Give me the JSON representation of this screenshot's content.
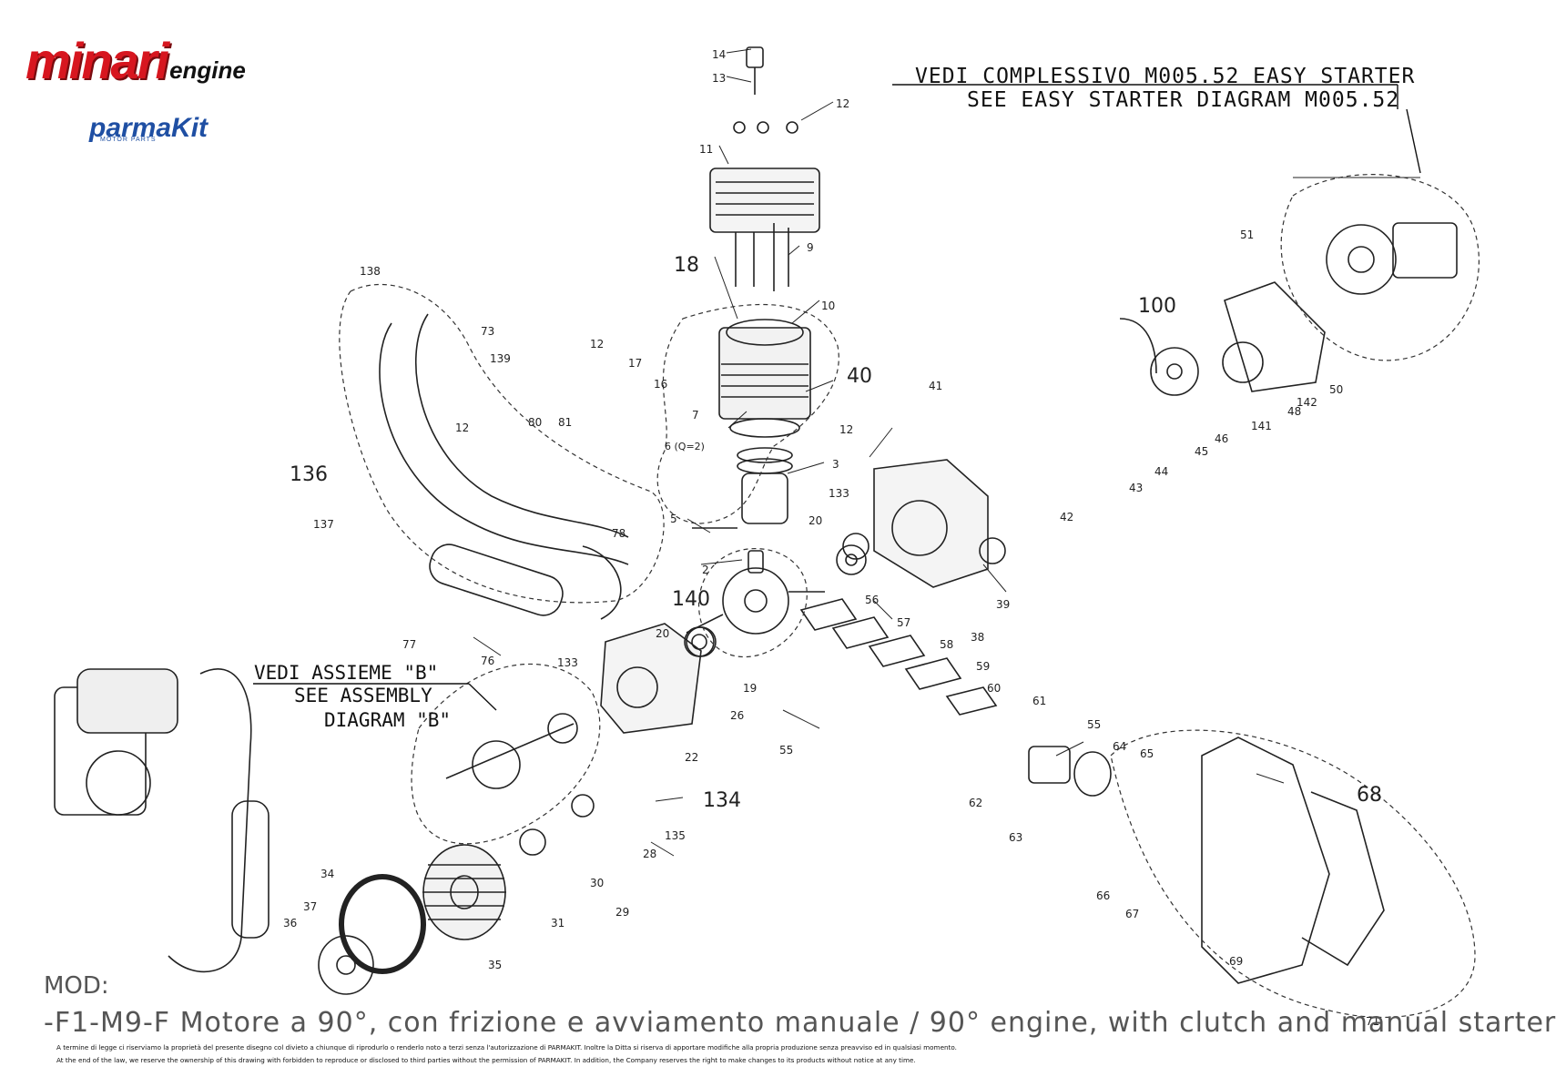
{
  "logo": {
    "brand": "minari",
    "suffix": "engine",
    "partner": "parmaKit",
    "partner_sub": "MOTOR PARTS"
  },
  "references": {
    "easy_starter_it": "VEDI COMPLESSIVO M005.52 EASY STARTER",
    "easy_starter_en": "SEE EASY STARTER DIAGRAM M005.52",
    "assembly_b_it": "VEDI ASSIEME \"B\"",
    "assembly_b_en1": "SEE ASSEMBLY",
    "assembly_b_en2": "DIAGRAM \"B\""
  },
  "footer": {
    "mod": "MOD:",
    "title": "-F1-M9-F Motore a 90°, con frizione e avviamento manuale / 90° engine, with clutch and manual starter",
    "legal_it": "A termine di legge ci riserviamo la proprietà del presente disegno col divieto a chiunque di riprodurlo o renderlo noto a terzi senza l'autorizzazione di PARMAKIT. Inoltre la Ditta si riserva di apportare modifiche alla propria produzione senza preavviso ed in qualsiasi momento.",
    "legal_en": "At the end of the law, we reserve the ownership of this drawing with forbidden to reproduce or disclosed to third parties without the permission of PARMAKIT. In addition, the Company reserves the right to make changes to its products without notice at any time."
  },
  "part_labels": [
    {
      "id": "p14",
      "text": "14"
    },
    {
      "id": "p13",
      "text": "13"
    },
    {
      "id": "p12a",
      "text": "12"
    },
    {
      "id": "p11",
      "text": "11"
    },
    {
      "id": "p9",
      "text": "9"
    },
    {
      "id": "p18",
      "text": "18"
    },
    {
      "id": "p10",
      "text": "10"
    },
    {
      "id": "p12b",
      "text": "12"
    },
    {
      "id": "p17",
      "text": "17"
    },
    {
      "id": "p16",
      "text": "16"
    },
    {
      "id": "p40",
      "text": "40"
    },
    {
      "id": "p7",
      "text": "7"
    },
    {
      "id": "p6",
      "text": "6 (Q=2)"
    },
    {
      "id": "p3",
      "text": "3"
    },
    {
      "id": "p5",
      "text": "5"
    },
    {
      "id": "p2",
      "text": "2"
    },
    {
      "id": "p140",
      "text": "140"
    },
    {
      "id": "p20a",
      "text": "20"
    },
    {
      "id": "p19",
      "text": "19"
    },
    {
      "id": "p133a",
      "text": "133"
    },
    {
      "id": "p26",
      "text": "26"
    },
    {
      "id": "p22",
      "text": "22"
    },
    {
      "id": "p134",
      "text": "134"
    },
    {
      "id": "p135",
      "text": "135"
    },
    {
      "id": "p28",
      "text": "28"
    },
    {
      "id": "p30",
      "text": "30"
    },
    {
      "id": "p29",
      "text": "29"
    },
    {
      "id": "p31",
      "text": "31"
    },
    {
      "id": "p35",
      "text": "35"
    },
    {
      "id": "p34",
      "text": "34"
    },
    {
      "id": "p37",
      "text": "37"
    },
    {
      "id": "p36",
      "text": "36"
    },
    {
      "id": "p138",
      "text": "138"
    },
    {
      "id": "p73",
      "text": "73"
    },
    {
      "id": "p139",
      "text": "139"
    },
    {
      "id": "p136",
      "text": "136"
    },
    {
      "id": "p137",
      "text": "137"
    },
    {
      "id": "p12c",
      "text": "12"
    },
    {
      "id": "p80",
      "text": "80"
    },
    {
      "id": "p81",
      "text": "81"
    },
    {
      "id": "p78",
      "text": "78"
    },
    {
      "id": "p77",
      "text": "77"
    },
    {
      "id": "p76",
      "text": "76"
    },
    {
      "id": "p41",
      "text": "41"
    },
    {
      "id": "p12d",
      "text": "12"
    },
    {
      "id": "p133b",
      "text": "133"
    },
    {
      "id": "p20b",
      "text": "20"
    },
    {
      "id": "p39",
      "text": "39"
    },
    {
      "id": "p38",
      "text": "38"
    },
    {
      "id": "p56",
      "text": "56"
    },
    {
      "id": "p57",
      "text": "57"
    },
    {
      "id": "p58",
      "text": "58"
    },
    {
      "id": "p59",
      "text": "59"
    },
    {
      "id": "p60",
      "text": "60"
    },
    {
      "id": "p61",
      "text": "61"
    },
    {
      "id": "p55a",
      "text": "55"
    },
    {
      "id": "p55b",
      "text": "55"
    },
    {
      "id": "p62",
      "text": "62"
    },
    {
      "id": "p63",
      "text": "63"
    },
    {
      "id": "p64",
      "text": "64"
    },
    {
      "id": "p65",
      "text": "65"
    },
    {
      "id": "p66",
      "text": "66"
    },
    {
      "id": "p67",
      "text": "67"
    },
    {
      "id": "p68",
      "text": "68"
    },
    {
      "id": "p69",
      "text": "69"
    },
    {
      "id": "p71",
      "text": "71"
    },
    {
      "id": "p100",
      "text": "100"
    },
    {
      "id": "p44",
      "text": "44"
    },
    {
      "id": "p43",
      "text": "43"
    },
    {
      "id": "p42",
      "text": "42"
    },
    {
      "id": "p45",
      "text": "45"
    },
    {
      "id": "p46",
      "text": "46"
    },
    {
      "id": "p141",
      "text": "141"
    },
    {
      "id": "p48",
      "text": "48"
    },
    {
      "id": "p142",
      "text": "142"
    },
    {
      "id": "p50",
      "text": "50"
    },
    {
      "id": "p51",
      "text": "51"
    }
  ]
}
